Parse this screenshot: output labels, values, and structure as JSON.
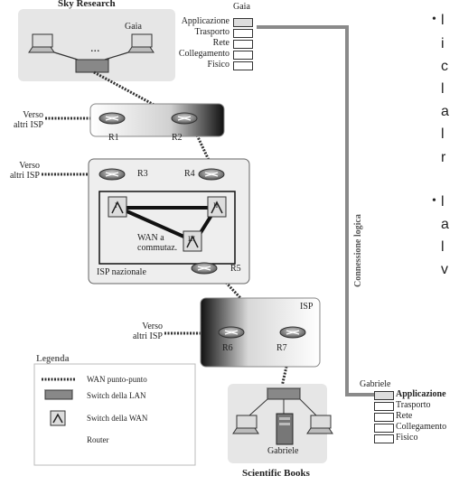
{
  "org_top": "Sky Research",
  "org_bottom": "Scientific Books",
  "host_top": "Gaia",
  "host_bottom": "Gabriele",
  "host_top_stack_label": "Gaia",
  "host_bottom_stack_label": "Gabriele",
  "layers": [
    "Applicazione",
    "Trasporto",
    "Rete",
    "Collegamento",
    "Fisico"
  ],
  "logical_connection": "Connessione logica",
  "routers": {
    "r1": "R1",
    "r2": "R2",
    "r3": "R3",
    "r4": "R4",
    "r5": "R5",
    "r6": "R6",
    "r7": "R7"
  },
  "external": {
    "isp1": "Verso\naltri ISP",
    "isp2": "Verso\naltri ISP",
    "isp3": "Verso\naltri ISP"
  },
  "national_isp": "ISP nazionale",
  "wan_label": "WAN a\ncommutaz.",
  "switch_ids": [
    "I",
    "II",
    "III"
  ],
  "isp_label": "ISP",
  "legend": {
    "title": "Legenda",
    "items": [
      "WAN punto-punto",
      "Switch della LAN",
      "Switch della WAN",
      "Router"
    ]
  },
  "bullets": [
    "•",
    "•"
  ],
  "fragments": [
    "l",
    "i",
    "c",
    "l",
    "a",
    "l",
    "r",
    "l",
    "a",
    "l",
    "v"
  ],
  "colors": {
    "logical_link": "#8a8a8a",
    "cloud": "#e6e6e6",
    "box_dark": "#1a1a1a"
  }
}
